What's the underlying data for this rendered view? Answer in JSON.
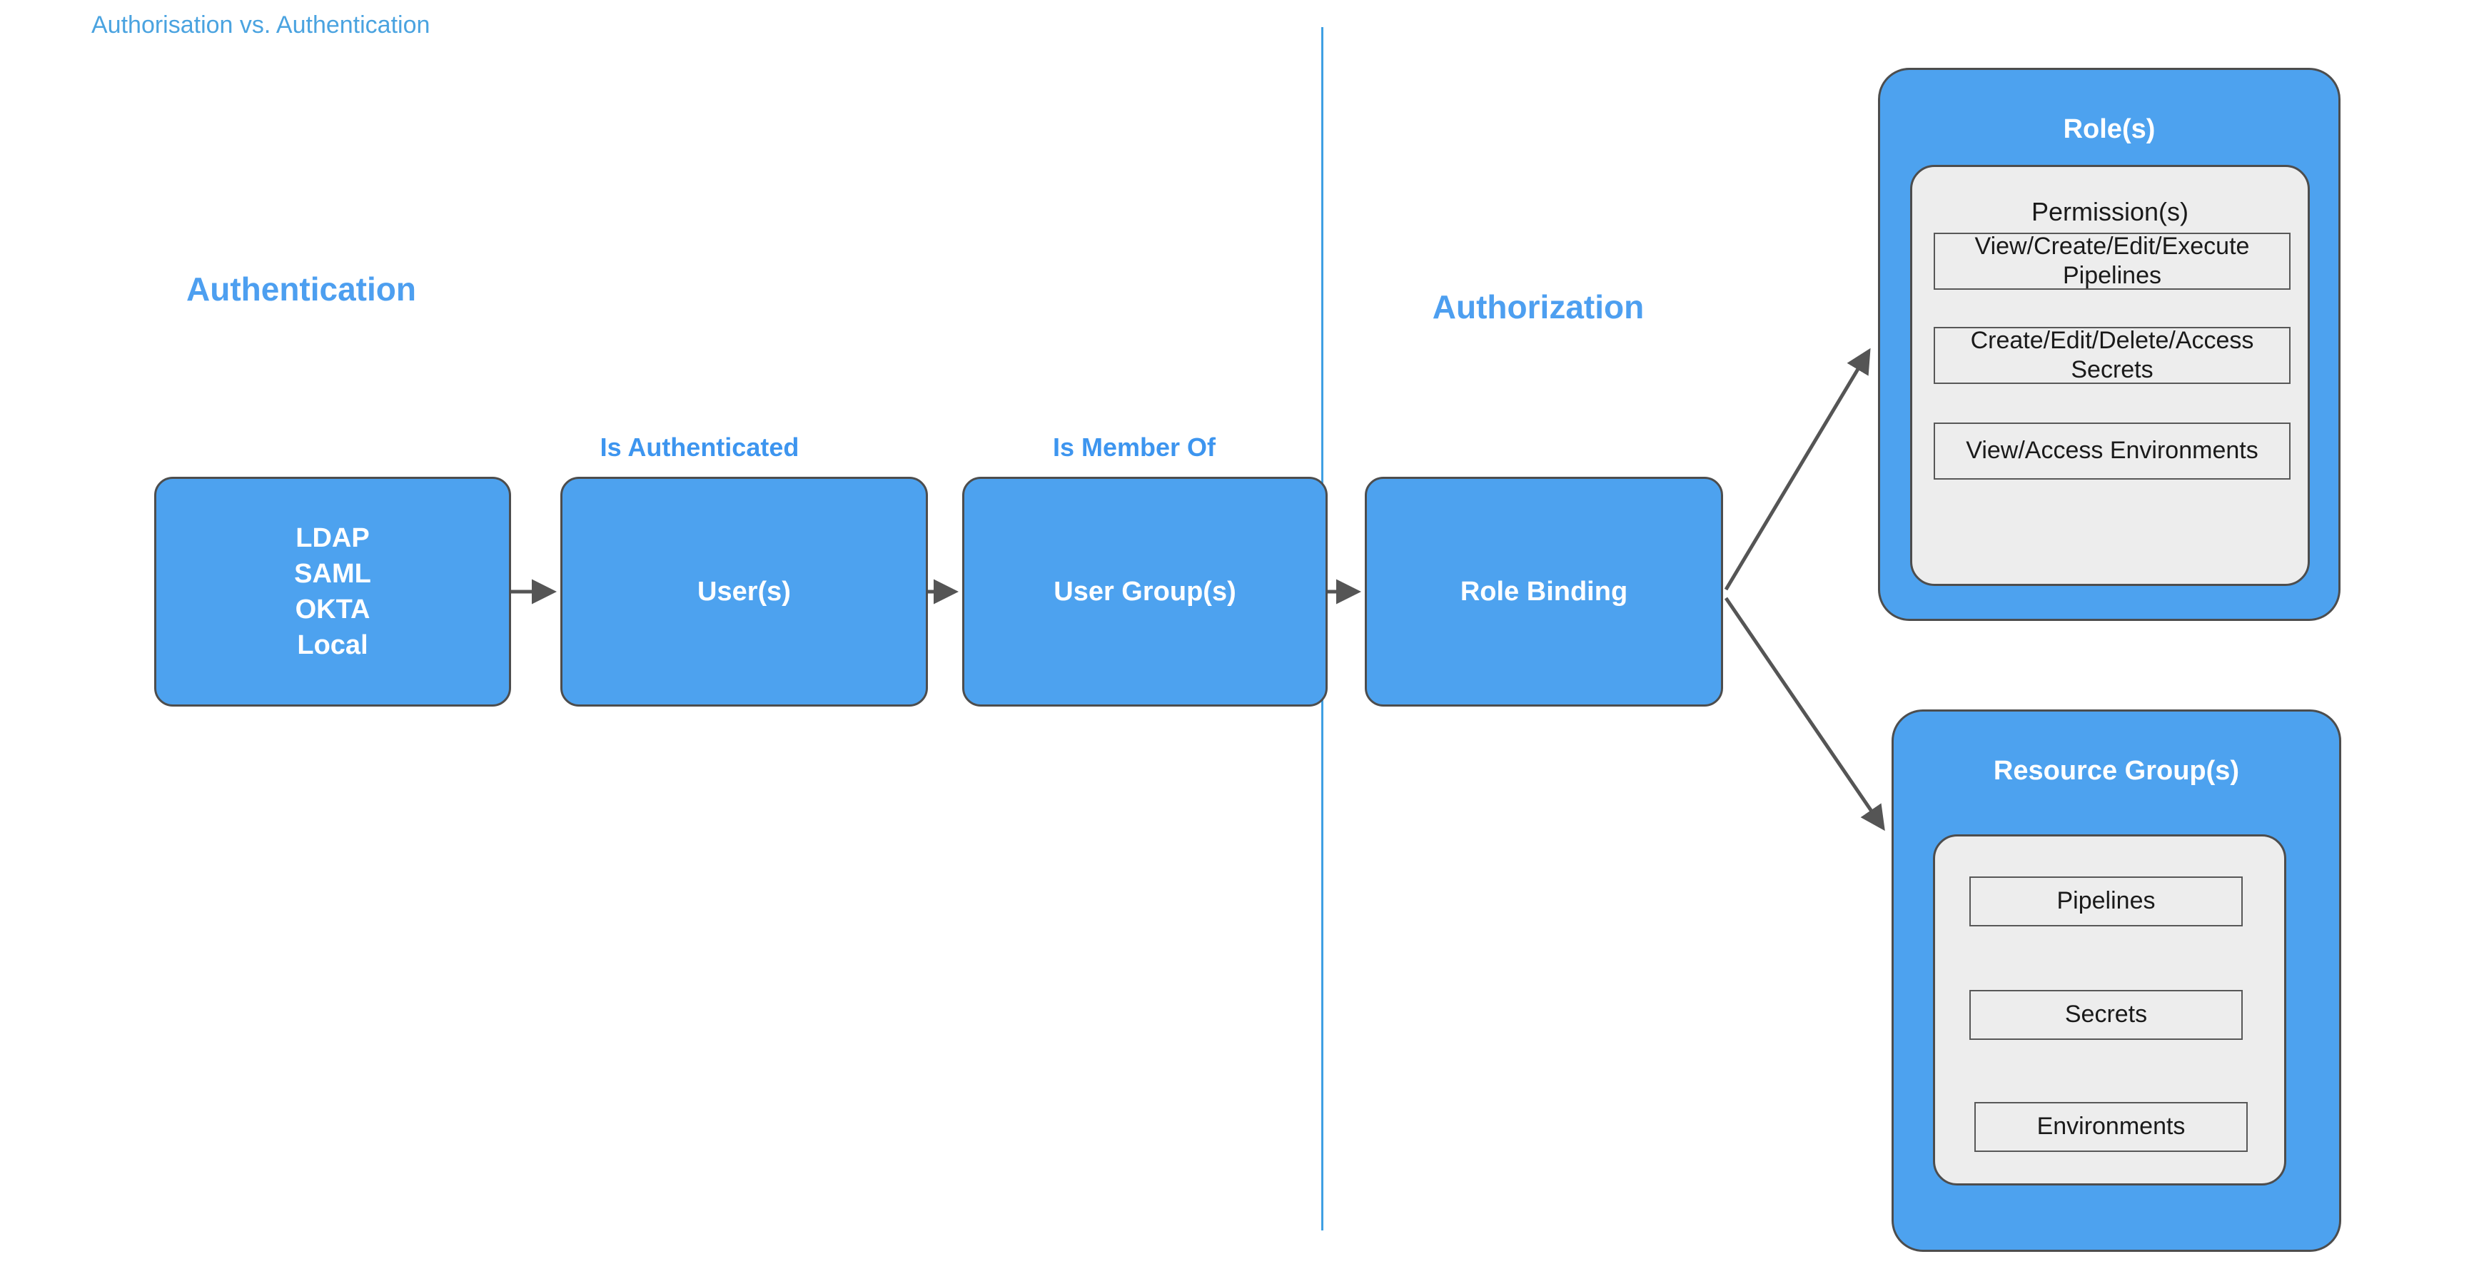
{
  "title": "Authorisation vs. Authentication",
  "colors": {
    "accent_blue": "#4da2ef",
    "title_blue": "#4aa3e0",
    "label_blue": "#3d95ef",
    "panel_gray": "#ededed",
    "border_dark": "#4d4d4d",
    "arrow_gray": "#555555",
    "white": "#ffffff"
  },
  "sections": {
    "authentication_heading": "Authentication",
    "authorization_heading": "Authorization"
  },
  "flow": {
    "nodes": [
      {
        "id": "identity-providers",
        "lines": [
          "LDAP",
          "SAML",
          "OKTA",
          "Local"
        ]
      },
      {
        "id": "users",
        "lines": [
          "User(s)"
        ]
      },
      {
        "id": "user-groups",
        "lines": [
          "User Group(s)"
        ]
      },
      {
        "id": "role-binding",
        "lines": [
          "Role Binding"
        ]
      }
    ],
    "edge_labels": [
      {
        "id": "is-authenticated",
        "text": "Is Authenticated"
      },
      {
        "id": "is-member-of",
        "text": "Is Member Of"
      }
    ]
  },
  "roles_panel": {
    "title": "Role(s)",
    "inner_heading": "Permission(s)",
    "items": [
      "View/Create/Edit/Execute Pipelines",
      "Create/Edit/Delete/Access Secrets",
      "View/Access Environments"
    ]
  },
  "resource_groups_panel": {
    "title": "Resource Group(s)",
    "items": [
      "Pipelines",
      "Secrets",
      "Environments"
    ]
  }
}
